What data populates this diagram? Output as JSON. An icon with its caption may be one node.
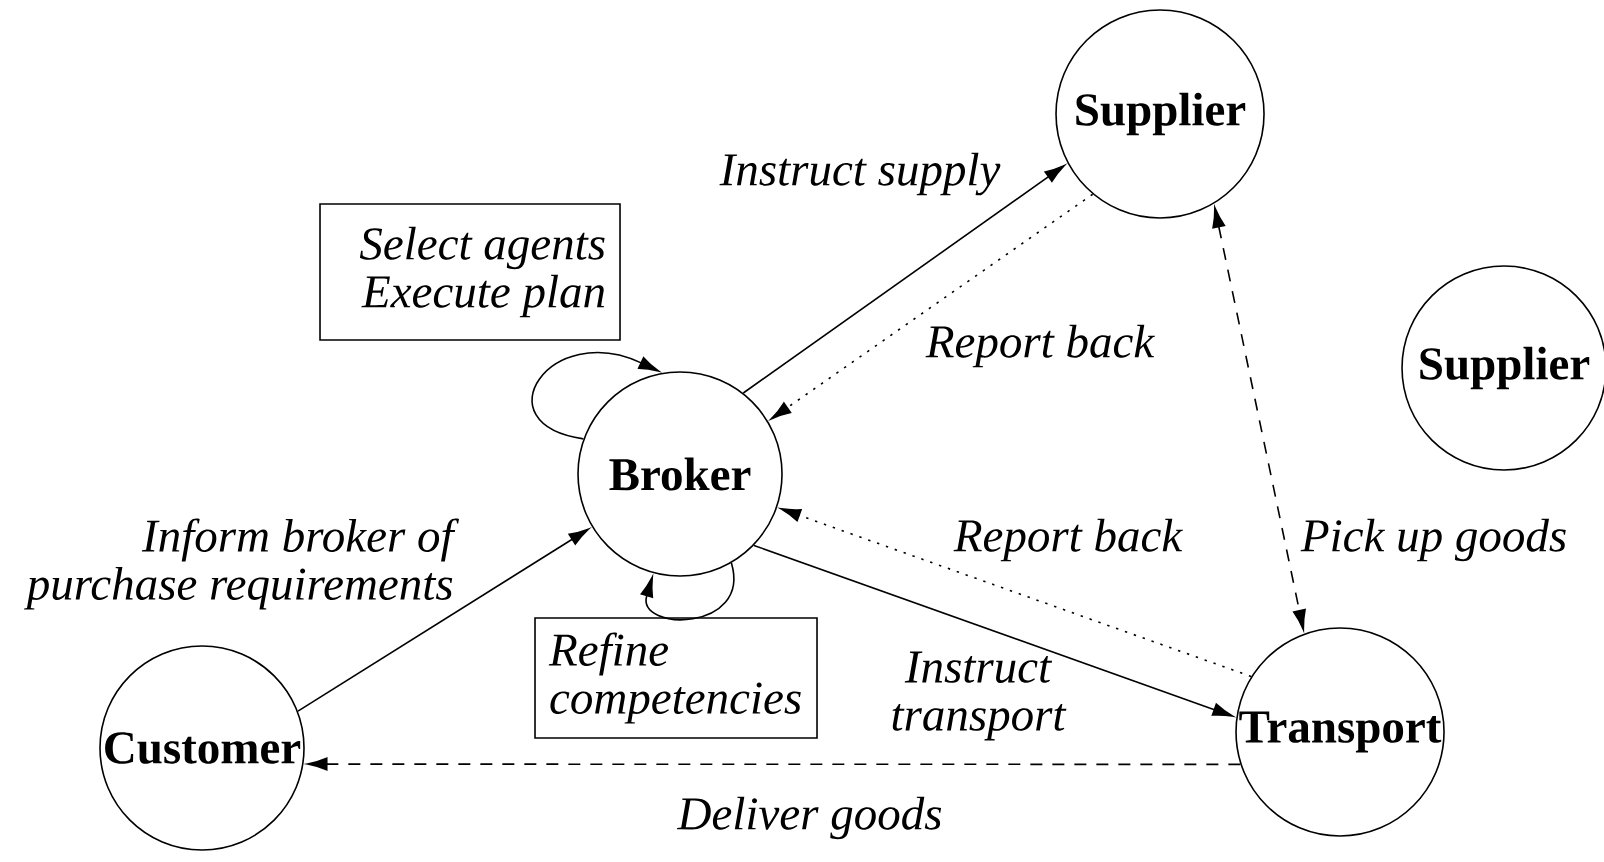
{
  "diagram": {
    "nodes": [
      {
        "text": [
          "Supplier"
        ]
      },
      {
        "text": [
          "Supplier"
        ]
      },
      {
        "text": [
          "Broker"
        ]
      },
      {
        "text": [
          "Customer"
        ]
      },
      {
        "text": [
          "Transport"
        ]
      },
      {
        "text": [
          "Select agents",
          "Execute plan"
        ]
      },
      {
        "text": [
          "Refine competencies"
        ]
      }
    ],
    "edges": [
      {
        "from": 2,
        "to": 0,
        "arrow": "to",
        "label": "Instruct supply"
      },
      {
        "from": 0,
        "to": 2,
        "arrow": "to",
        "label": "Report back",
        "style": "dashed"
      },
      {
        "from": 0,
        "to": 4,
        "arrow": "both",
        "label": "Pick up goods",
        "style": "dashed"
      },
      {
        "from": 4,
        "to": 2,
        "arrow": "to",
        "label": "Report back",
        "style": "dashed"
      },
      {
        "from": 2,
        "to": 4,
        "arrow": "to",
        "label": "Instruct transport"
      },
      {
        "from": 3,
        "to": 2,
        "arrow": "to",
        "label": "Inform broker of purchase requirements"
      },
      {
        "from": 4,
        "to": 3,
        "arrow": "to",
        "label": "Deliver goods",
        "style": "dashed"
      },
      {
        "from": 2,
        "to": 2,
        "arrow": "to"
      },
      {
        "from": 2,
        "to": 2,
        "arrow": "to"
      }
    ]
  }
}
